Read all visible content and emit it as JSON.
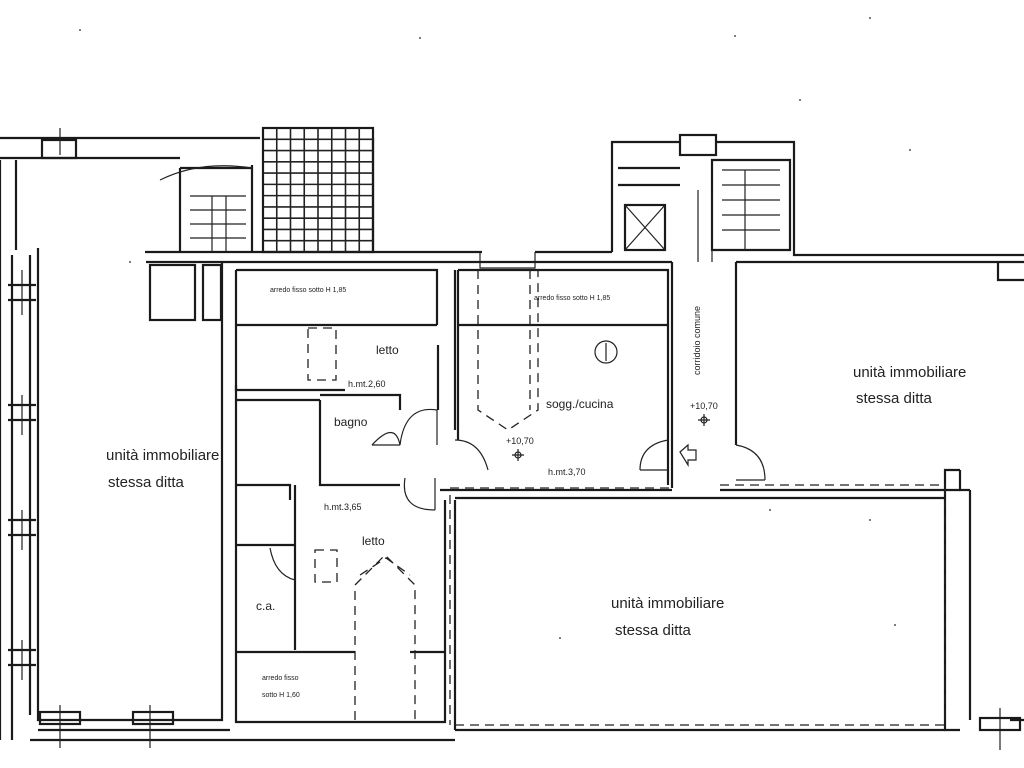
{
  "labels": {
    "unit_left_1": "unità immobiliare",
    "unit_left_2": "stessa ditta",
    "unit_right_1": "unità immobiliare",
    "unit_right_2": "stessa ditta",
    "unit_bottom_1": "unità immobiliare",
    "unit_bottom_2": "stessa ditta",
    "corridor": "corridoio comune",
    "letto_1": "letto",
    "letto_2": "letto",
    "bagno": "bagno",
    "soggiorno": "sogg./cucina",
    "ca": "c.a.",
    "arredo_1": "arredo fisso sotto H 1,85",
    "arredo_2": "arredo fisso sotto H 1,85",
    "arredo_3a": "arredo fisso",
    "arredo_3b": "sotto H 1,60",
    "h_letto": "h.mt.2,60",
    "h_sogg": "h.mt.3,70",
    "h_corr": "h.mt.3,65",
    "level_1": "+10,70",
    "level_2": "+10,70"
  }
}
